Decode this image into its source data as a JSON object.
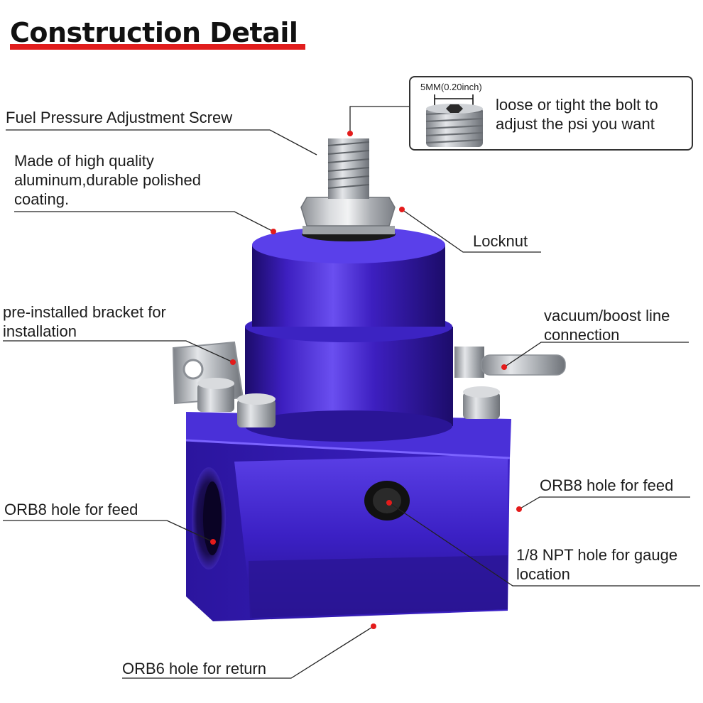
{
  "title": "Construction Detail",
  "colors": {
    "title_underline": "#e11d1d",
    "body_blue": "#3d1fc0",
    "body_blue_dark": "#1c0c6a",
    "body_blue_light": "#6a4ff0",
    "metal_silver": "#bfc2c6",
    "pointer_dot": "#e41b1b"
  },
  "inset": {
    "dimension_label": "5MM(0.20inch)",
    "text_line1": "loose or tight the bolt to",
    "text_line2": "adjust the psi you want"
  },
  "callouts": {
    "adjustment_screw": "Fuel Pressure Adjustment Screw",
    "material_line1": "Made of high quality",
    "material_line2": "aluminum,durable polished",
    "material_line3": "coating.",
    "locknut": "Locknut",
    "bracket_line1": "pre-installed bracket for",
    "bracket_line2": "installation",
    "vacuum_line1": "vacuum/boost line",
    "vacuum_line2": "connection",
    "orb8_left": "ORB8 hole for feed",
    "orb8_right": "ORB8 hole for feed",
    "gauge_line1": "1/8 NPT hole for gauge",
    "gauge_line2": "location",
    "orb6_return": "ORB6 hole for return"
  }
}
